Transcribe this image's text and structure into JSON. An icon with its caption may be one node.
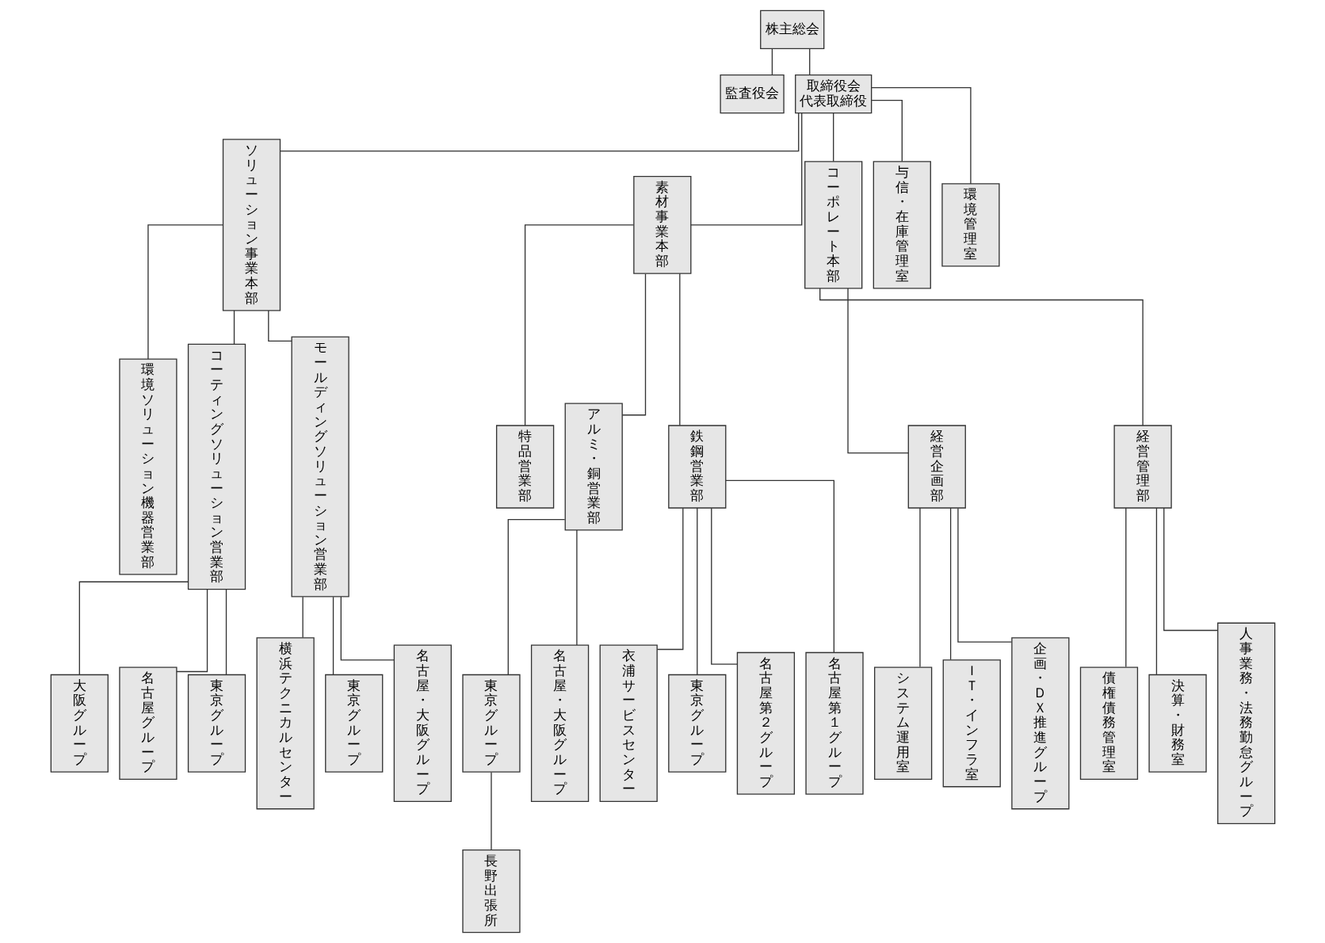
{
  "diagram": {
    "nodes": [
      {
        "text": [
          "株主総会"
        ]
      },
      {
        "text": [
          "監査役会"
        ]
      },
      {
        "text": [
          "取締役会",
          "代表取締役"
        ]
      },
      {
        "text": [
          "ソリューション事業本部"
        ]
      },
      {
        "text": [
          "素材事業本部"
        ]
      },
      {
        "text": [
          "コーポレート本部"
        ]
      },
      {
        "text": [
          "与信・在庫管理室"
        ]
      },
      {
        "text": [
          "環境管理室"
        ]
      },
      {
        "text": [
          "環境ソリューション機器営業部"
        ]
      },
      {
        "text": [
          "コーティングソリューション営業部"
        ]
      },
      {
        "text": [
          "モールディングソリューション営業部"
        ]
      },
      {
        "text": [
          "大阪グループ"
        ]
      },
      {
        "text": [
          "名古屋グループ"
        ]
      },
      {
        "text": [
          "東京グループ"
        ]
      },
      {
        "text": [
          "横浜テクニカルセンター"
        ]
      },
      {
        "text": [
          "東京グループ"
        ]
      },
      {
        "text": [
          "名古屋・大阪グループ"
        ]
      },
      {
        "text": [
          "特品営業部"
        ]
      },
      {
        "text": [
          "アルミ・銅営業部"
        ]
      },
      {
        "text": [
          "鉄鋼営業部"
        ]
      },
      {
        "text": [
          "東京グループ"
        ]
      },
      {
        "text": [
          "名古屋・大阪グループ"
        ]
      },
      {
        "text": [
          "長野出張所"
        ]
      },
      {
        "text": [
          "衣浦サービスセンター"
        ]
      },
      {
        "text": [
          "東京グループ"
        ]
      },
      {
        "text": [
          "名古屋第２グループ"
        ]
      },
      {
        "text": [
          "名古屋第１グループ"
        ]
      },
      {
        "text": [
          "経営企画部"
        ]
      },
      {
        "text": [
          "経営管理部"
        ]
      },
      {
        "text": [
          "システム運用室"
        ]
      },
      {
        "text": [
          "ＩＴ・インフラ室"
        ]
      },
      {
        "text": [
          "企画・ＤＸ推進グループ"
        ]
      },
      {
        "text": [
          "債権債務管理室"
        ]
      },
      {
        "text": [
          "決算・財務室"
        ]
      },
      {
        "text": [
          "人事業務・法務勤怠グループ"
        ]
      }
    ],
    "edges": [
      {
        "from": 0,
        "to": 1,
        "arrow": "none"
      },
      {
        "from": 0,
        "to": 2,
        "arrow": "none"
      },
      {
        "from": 2,
        "to": 3,
        "arrow": "none"
      },
      {
        "from": 2,
        "to": 4,
        "arrow": "none"
      },
      {
        "from": 2,
        "to": 5,
        "arrow": "none"
      },
      {
        "from": 2,
        "to": 6,
        "arrow": "none"
      },
      {
        "from": 2,
        "to": 7,
        "arrow": "none"
      },
      {
        "from": 3,
        "to": 8,
        "arrow": "none"
      },
      {
        "from": 3,
        "to": 9,
        "arrow": "none"
      },
      {
        "from": 3,
        "to": 10,
        "arrow": "none"
      },
      {
        "from": 9,
        "to": 11,
        "arrow": "none"
      },
      {
        "from": 9,
        "to": 12,
        "arrow": "none"
      },
      {
        "from": 9,
        "to": 13,
        "arrow": "none"
      },
      {
        "from": 10,
        "to": 14,
        "arrow": "none"
      },
      {
        "from": 10,
        "to": 15,
        "arrow": "none"
      },
      {
        "from": 10,
        "to": 16,
        "arrow": "none"
      },
      {
        "from": 4,
        "to": 17,
        "arrow": "none"
      },
      {
        "from": 4,
        "to": 18,
        "arrow": "none"
      },
      {
        "from": 4,
        "to": 19,
        "arrow": "none"
      },
      {
        "from": 18,
        "to": 20,
        "arrow": "none"
      },
      {
        "from": 18,
        "to": 21,
        "arrow": "none"
      },
      {
        "from": 20,
        "to": 22,
        "arrow": "none"
      },
      {
        "from": 19,
        "to": 23,
        "arrow": "none"
      },
      {
        "from": 19,
        "to": 24,
        "arrow": "none"
      },
      {
        "from": 19,
        "to": 25,
        "arrow": "none"
      },
      {
        "from": 19,
        "to": 26,
        "arrow": "none"
      },
      {
        "from": 5,
        "to": 27,
        "arrow": "none"
      },
      {
        "from": 5,
        "to": 28,
        "arrow": "none"
      },
      {
        "from": 27,
        "to": 29,
        "arrow": "none"
      },
      {
        "from": 27,
        "to": 30,
        "arrow": "none"
      },
      {
        "from": 27,
        "to": 31,
        "arrow": "none"
      },
      {
        "from": 28,
        "to": 32,
        "arrow": "none"
      },
      {
        "from": 28,
        "to": 33,
        "arrow": "none"
      },
      {
        "from": 28,
        "to": 34,
        "arrow": "none"
      }
    ]
  }
}
